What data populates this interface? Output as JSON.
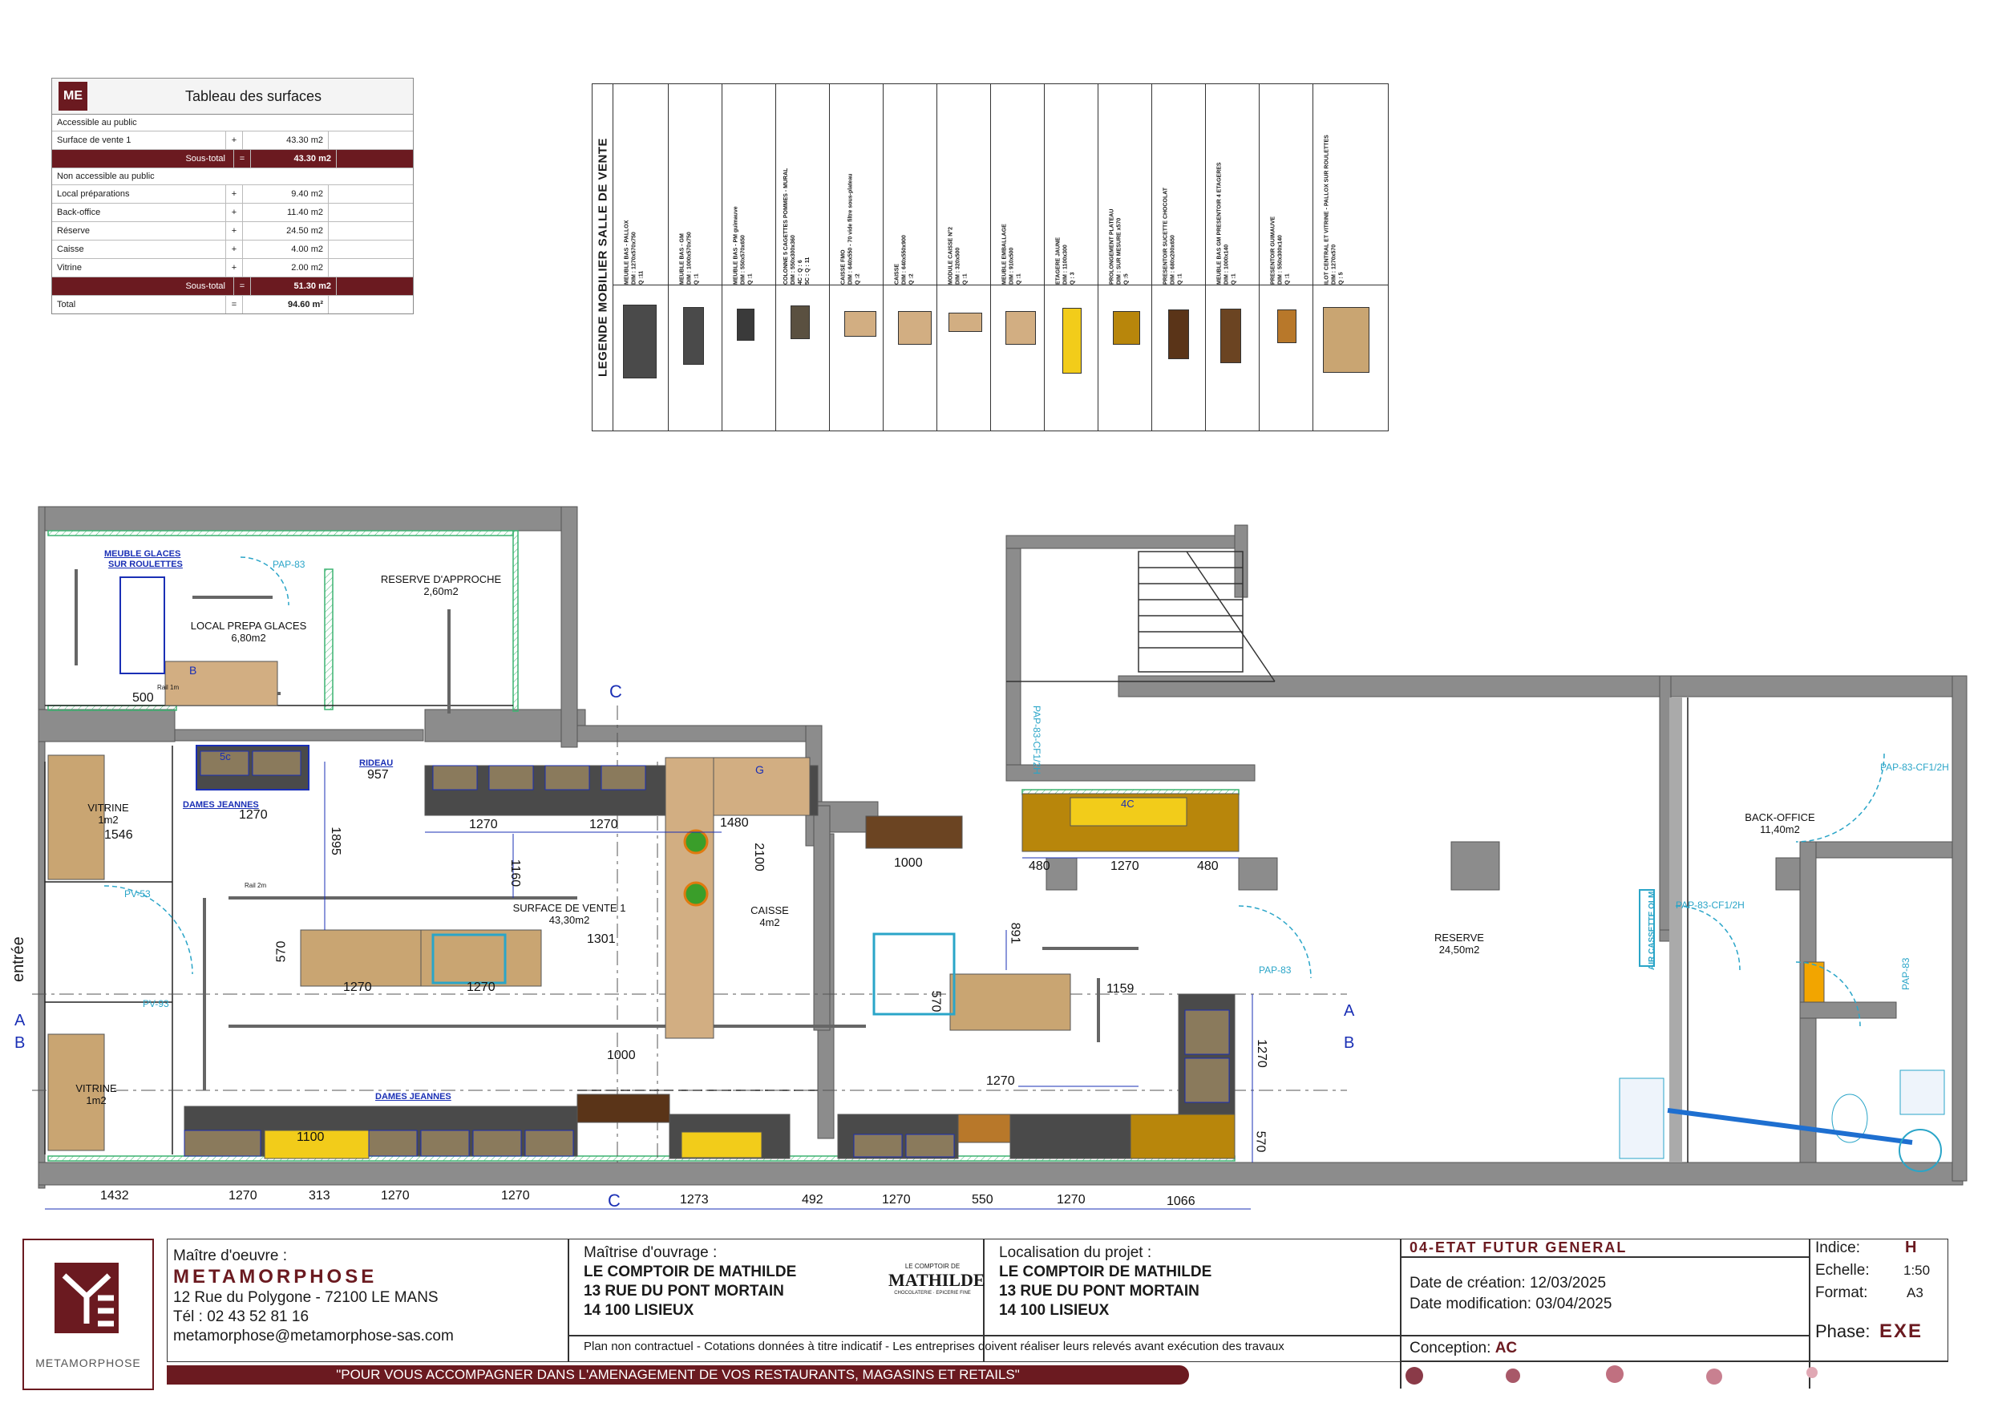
{
  "surfaces": {
    "title": "Tableau des surfaces",
    "section_public": "Accessible au public",
    "section_private": "Non accessible au public",
    "rows_public": [
      {
        "label": "Surface de vente 1",
        "op": "+",
        "value": "43.30 m2"
      }
    ],
    "subtotal1": {
      "label": "Sous-total",
      "op": "=",
      "value": "43.30 m2"
    },
    "rows_private": [
      {
        "label": "Local préparations",
        "op": "+",
        "value": "9.40 m2"
      },
      {
        "label": "Back-office",
        "op": "+",
        "value": "11.40 m2"
      },
      {
        "label": "Réserve",
        "op": "+",
        "value": "24.50 m2"
      },
      {
        "label": "Caisse",
        "op": "+",
        "value": "4.00 m2"
      },
      {
        "label": "Vitrine",
        "op": "+",
        "value": "2.00 m2"
      }
    ],
    "subtotal2": {
      "label": "Sous-total",
      "op": "=",
      "value": "51.30 m2"
    },
    "total": {
      "label": "Total",
      "op": "=",
      "value": "94.60 m²"
    }
  },
  "legend": {
    "title": "LEGENDE MOBILIER SALLE DE VENTE",
    "items": [
      {
        "text": "MEUBLE BAS - PALLOX\nDIM : 1270x570x750\nQ :11",
        "color": "#4a4a4a"
      },
      {
        "text": "MEUBLE BAS - GM\nDIM : 1000x570x750\nQ :1",
        "color": "#4a4a4a"
      },
      {
        "text": "MEUBLE BAS - PM guimauve\nDIM : 550x570x650\nQ :1",
        "color": "#3a3a3a"
      },
      {
        "text": "COLONNE 5 CAGETTES POMMES - MURAL\nDIM : 550x300x360\n4C : Q : 6\n5C : Q : 11",
        "color": "#5a5040"
      },
      {
        "text": "CAISSE FMO\nDIM : 640x550 - 70 vide filtre sous-plateau\nQ :2",
        "color": "#d2ae82"
      },
      {
        "text": "CAISSE\nDIM : 640x550x900\nQ :2",
        "color": "#d2ae82"
      },
      {
        "text": "MODULE CAISSE N°2\nDIM : 320x500\nQ :1",
        "color": "#d2ae82"
      },
      {
        "text": "MEUBLE EMBALLAGE\nDIM : 910x500\nQ :1",
        "color": "#d2ae82"
      },
      {
        "text": "ETAGERE JAUNE\nDIM : 1100x300\nQ : 3",
        "color": "#f2cc1a"
      },
      {
        "text": "PROLONGEMENT PLATEAU\nDIM : SUR MESURE x570\nQ :5",
        "color": "#b8860b"
      },
      {
        "text": "PRESENTOIR SUCETTE CHOCOLAT\nDIM : 680x200x650\nQ :1",
        "color": "#5a3418"
      },
      {
        "text": "MEUBLE BAS GM PRESENTOIR 4 ETAGERES\nDIM : 1000x140\nQ :1",
        "color": "#6b4422"
      },
      {
        "text": "PRESENTOIR GUIMAUVE\nDIM : 550x300x140\nQ :1",
        "color": "#b8782a"
      },
      {
        "text": "ILOT CENTRAL ET VITRINE - PALLOX SUR ROULETTES\nDIM : 1270x570\nQ : 5",
        "color": "#c9a572"
      }
    ]
  },
  "plan": {
    "rooms": [
      {
        "name": "RESERVE D'APPROCHE",
        "area": "2,60m2"
      },
      {
        "name": "LOCAL PREPA GLACES",
        "area": "6,80m2"
      },
      {
        "name": "VITRINE",
        "area": "1m2"
      },
      {
        "name": "VITRINE",
        "area": "1m2"
      },
      {
        "name": "SURFACE DE VENTE 1",
        "area": "43,30m2"
      },
      {
        "name": "CAISSE",
        "area": "4m2"
      },
      {
        "name": "RESERVE",
        "area": "24,50m2"
      },
      {
        "name": "BACK-OFFICE",
        "area": "11,40m2"
      }
    ],
    "blue_labels": [
      "MEUBLE GLACES",
      "SUR ROULETTES",
      "DAMES JEANNES",
      "DAMES JEANNES",
      "RIDEAU"
    ],
    "cyan_labels": [
      "PAP-83",
      "PAP-83-CF1/2H",
      "PAP-83-CF1/2H",
      "PAP-83-CF1/2H",
      "PAP-83",
      "PAP-83",
      "PV-53",
      "PV-93",
      "AIR CASSETTE OLM"
    ],
    "entry": "entrée",
    "section_marks": [
      "A",
      "B",
      "A",
      "B",
      "C",
      "C"
    ],
    "dims_bottom": [
      "1432",
      "1270",
      "313",
      "1270",
      "1270",
      "1273",
      "492",
      "1270",
      "550",
      "1270",
      "1066"
    ],
    "dims_misc": [
      "500",
      "957",
      "1270",
      "1546",
      "1270",
      "1270",
      "1480",
      "2100",
      "1895",
      "1160",
      "570",
      "1270",
      "1270",
      "1301",
      "1000",
      "1000",
      "480",
      "1270",
      "480",
      "891",
      "570",
      "1159",
      "1270",
      "1270",
      "570",
      "1100"
    ],
    "furniture_codes": [
      "5c",
      "4C",
      "B",
      "G"
    ],
    "rail": "Rail 2m",
    "rail1m": "Rail 1m"
  },
  "titleblock": {
    "mo_label": "Maître d'oeuvre :",
    "mo_name": "METAMORPHOSE",
    "mo_address": "12 Rue du Polygone - 72100 LE MANS",
    "mo_phone": "Tél : 02 43 52 81 16",
    "mo_email": "metamorphose@metamorphose-sas.com",
    "logo_text": "METAMORPHOSE",
    "slogan": "\"POUR VOUS ACCOMPAGNER DANS L'AMENAGEMENT DE VOS RESTAURANTS, MAGASINS ET RETAILS\"",
    "mouvrage_label": "Maîtrise d'ouvrage :",
    "mouvrage_l1": "LE COMPTOIR DE MATHILDE",
    "mouvrage_l2": "13 RUE DU PONT MORTAIN",
    "mouvrage_l3": "14 100 LISIEUX",
    "client_logo_top": "LE COMPTOIR DE",
    "client_logo_main": "MATHILDE",
    "client_logo_sub": "CHOCOLATERIE · EPICERIE FINE",
    "loc_label": "Localisation du projet :",
    "loc_l1": "LE COMPTOIR DE MATHILDE",
    "loc_l2": "13 RUE DU PONT MORTAIN",
    "loc_l3": "14 100 LISIEUX",
    "disclaimer": "Plan non contractuel - Cotations données à titre indicatif - Les entreprises doivent réaliser leurs relevés avant exécution des travaux",
    "plan_title": "04-ETAT FUTUR GENERAL",
    "date_creation": "Date de création: 12/03/2025",
    "date_modif": "Date modification: 03/04/2025",
    "conception_label": "Conception:",
    "conception_value": "AC",
    "indice_label": "Indice:",
    "indice_value": "H",
    "echelle_label": "Echelle:",
    "echelle_value": "1:50",
    "format_label": "Format:",
    "format_value": "A3",
    "phase_label": "Phase:",
    "phase_value": "EXE"
  },
  "colors": {
    "brand": "#6b1a20",
    "wall": "#8a8a8a",
    "green": "#3cb371",
    "blue": "#1a2fb5",
    "cyan": "#2aa5c8"
  }
}
